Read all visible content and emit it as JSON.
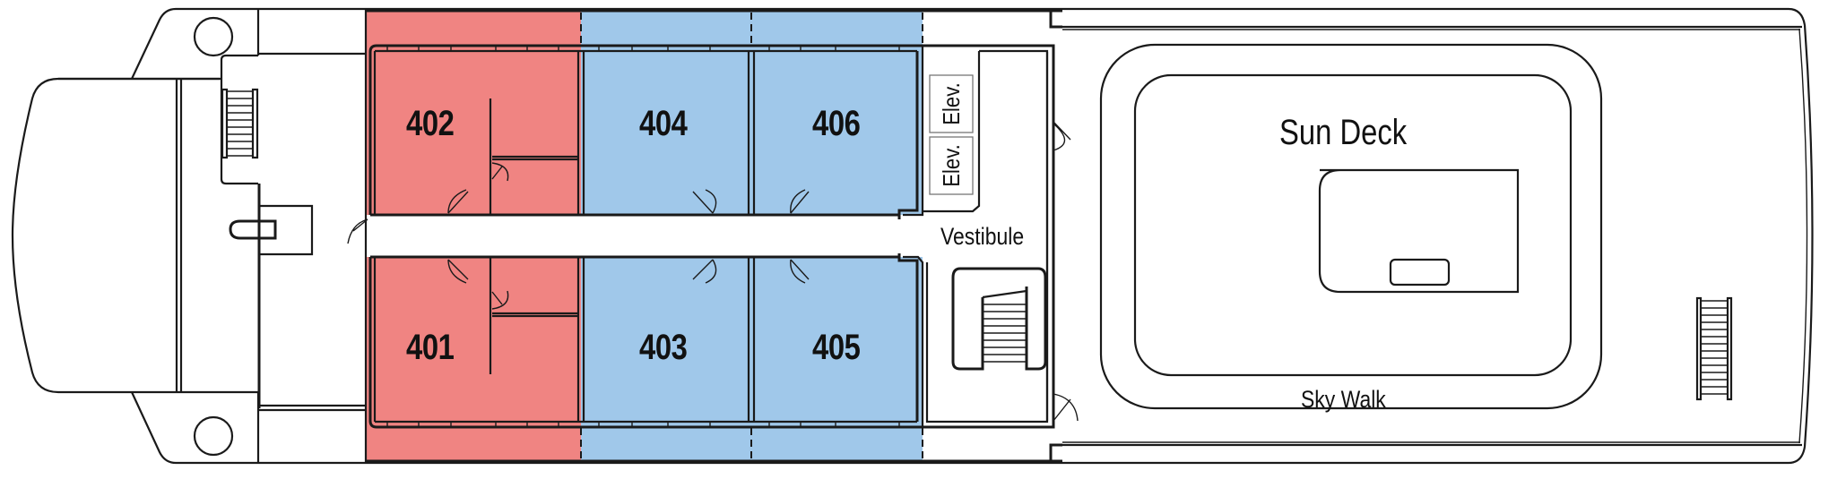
{
  "deck_plan": {
    "colors": {
      "category_red": "#F08482",
      "category_blue": "#A0C8EA",
      "line": "#1a1a1a",
      "background": "#FFFFFF"
    },
    "cabins": [
      {
        "number": "402",
        "category_color": "#F08482",
        "side": "top"
      },
      {
        "number": "404",
        "category_color": "#A0C8EA",
        "side": "top"
      },
      {
        "number": "406",
        "category_color": "#A0C8EA",
        "side": "top"
      },
      {
        "number": "401",
        "category_color": "#F08482",
        "side": "bottom"
      },
      {
        "number": "403",
        "category_color": "#A0C8EA",
        "side": "bottom"
      },
      {
        "number": "405",
        "category_color": "#A0C8EA",
        "side": "bottom"
      }
    ],
    "areas": {
      "elevator_1": "Elev.",
      "elevator_2": "Elev.",
      "vestibule": "Vestibule",
      "sun_deck": "Sun Deck",
      "sky_walk": "Sky Walk"
    },
    "icons": {
      "stairs": "stairs-icon",
      "ladder": "ladder-icon",
      "door": "door-swing-icon",
      "hatch": "hatch-circle-icon"
    }
  }
}
